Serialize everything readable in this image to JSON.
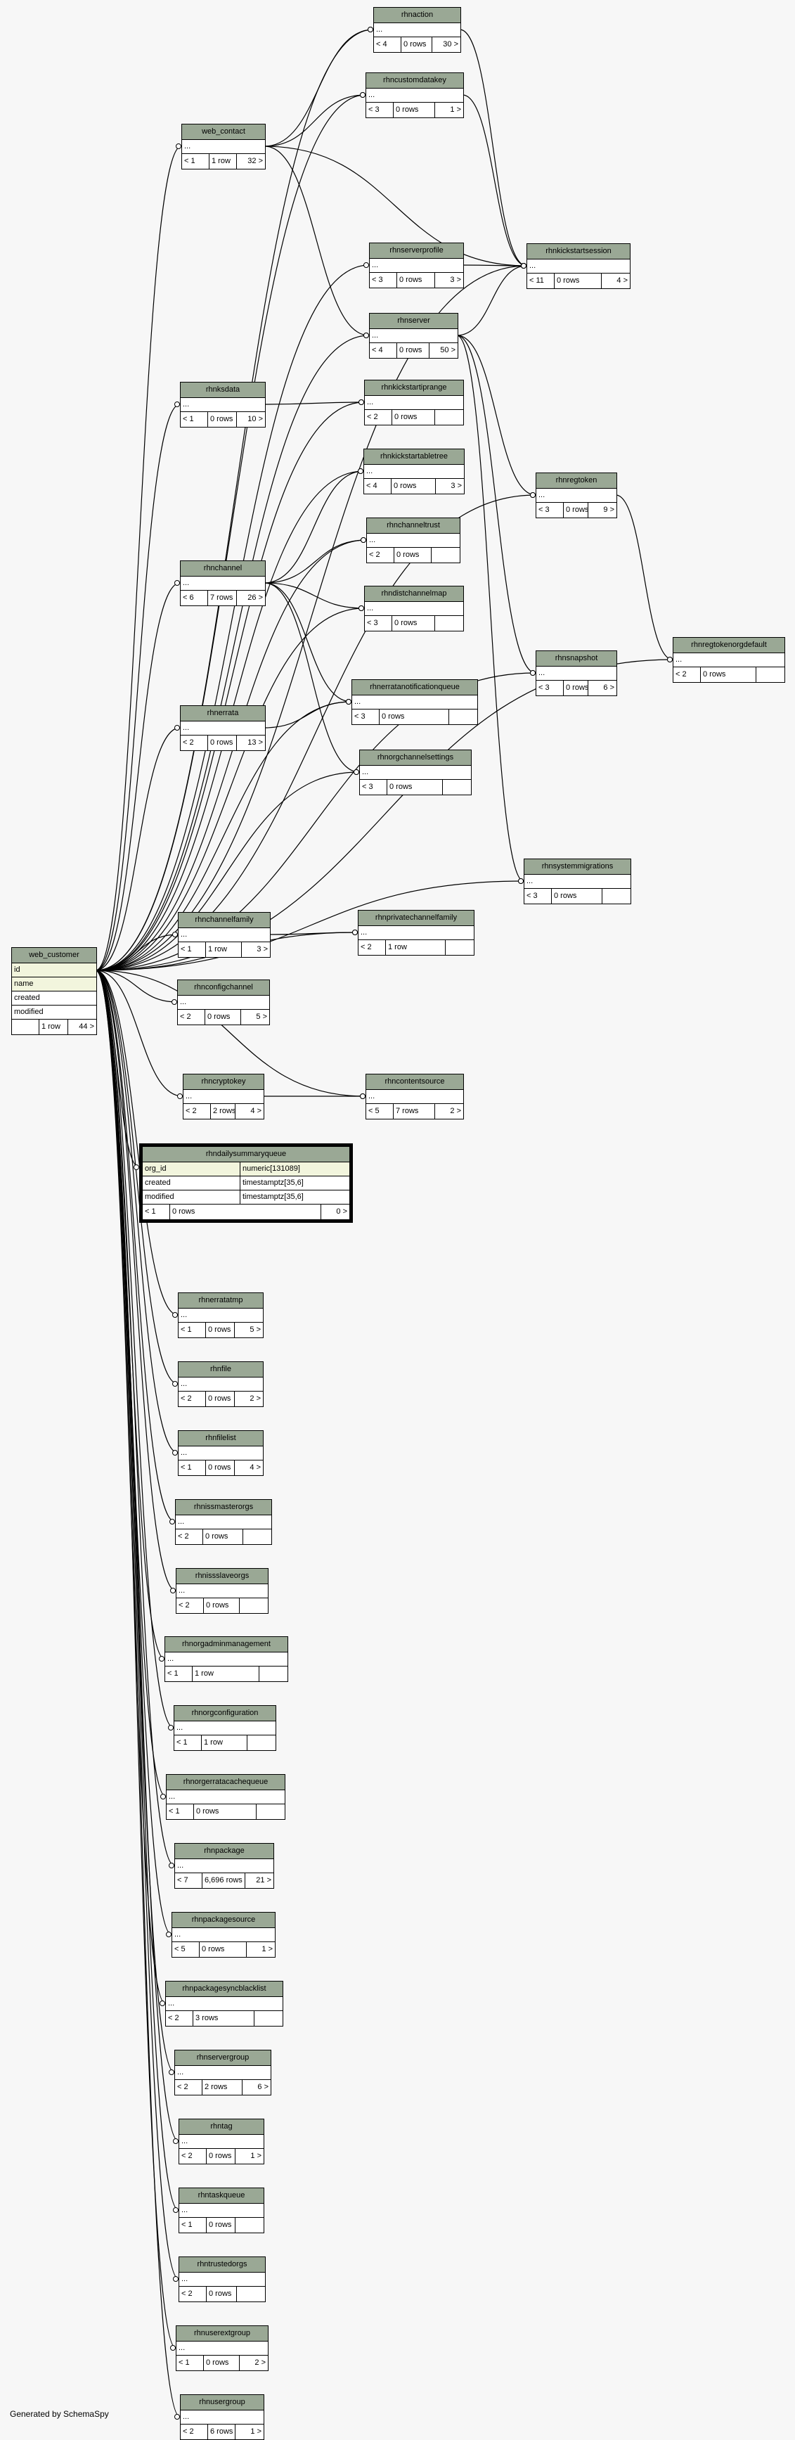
{
  "credit": "Generated by SchemaSpy",
  "ellipsis": "...",
  "tables": {
    "web_customer": {
      "name": "web_customer",
      "columns": [
        "id",
        "name",
        "created",
        "modified"
      ],
      "rows": "1 row",
      "parents": "",
      "children": "44 >"
    },
    "rhndailysummaryqueue": {
      "name": "rhndailysummaryqueue",
      "columns": [
        {
          "name": "org_id",
          "type": "numeric[131089]"
        },
        {
          "name": "created",
          "type": "timestamptz[35,6]"
        },
        {
          "name": "modified",
          "type": "timestamptz[35,6]"
        }
      ],
      "rows": "0 rows",
      "parents": "< 1",
      "children": "0 >"
    },
    "rhnaction": {
      "name": "rhnaction",
      "parents": "< 4",
      "rows": "0 rows",
      "children": "30 >"
    },
    "rhncustomdatakey": {
      "name": "rhncustomdatakey",
      "parents": "< 3",
      "rows": "0 rows",
      "children": "1 >"
    },
    "web_contact": {
      "name": "web_contact",
      "parents": "< 1",
      "rows": "1 row",
      "children": "32 >"
    },
    "rhnserverprofile": {
      "name": "rhnserverprofile",
      "parents": "< 3",
      "rows": "0 rows",
      "children": "3 >"
    },
    "rhnkickstartsession": {
      "name": "rhnkickstartsession",
      "parents": "< 11",
      "rows": "0 rows",
      "children": "4 >"
    },
    "rhnserver": {
      "name": "rhnserver",
      "parents": "< 4",
      "rows": "0 rows",
      "children": "50 >"
    },
    "rhnksdata": {
      "name": "rhnksdata",
      "parents": "< 1",
      "rows": "0 rows",
      "children": "10 >"
    },
    "rhnkickstartiprange": {
      "name": "rhnkickstartiprange",
      "parents": "< 2",
      "rows": "0 rows",
      "children": ""
    },
    "rhnkickstartabletree": {
      "name": "rhnkickstartabletree",
      "parents": "< 4",
      "rows": "0 rows",
      "children": "3 >"
    },
    "rhnregtoken": {
      "name": "rhnregtoken",
      "parents": "< 3",
      "rows": "0 rows",
      "children": "9 >"
    },
    "rhnchanneltrust": {
      "name": "rhnchanneltrust",
      "parents": "< 2",
      "rows": "0 rows",
      "children": ""
    },
    "rhnchannel": {
      "name": "rhnchannel",
      "parents": "< 6",
      "rows": "7 rows",
      "children": "26 >"
    },
    "rhndistchannelmap": {
      "name": "rhndistchannelmap",
      "parents": "< 3",
      "rows": "0 rows",
      "children": ""
    },
    "rhnsnapshot": {
      "name": "rhnsnapshot",
      "parents": "< 3",
      "rows": "0 rows",
      "children": "6 >"
    },
    "rhnregtokenorgdefault": {
      "name": "rhnregtokenorgdefault",
      "parents": "< 2",
      "rows": "0 rows",
      "children": ""
    },
    "rhnerrata": {
      "name": "rhnerrata",
      "parents": "< 2",
      "rows": "0 rows",
      "children": "13 >"
    },
    "rhnerratanotificationqueue": {
      "name": "rhnerratanotificationqueue",
      "parents": "< 3",
      "rows": "0 rows",
      "children": ""
    },
    "rhnorgchannelsettings": {
      "name": "rhnorgchannelsettings",
      "parents": "< 3",
      "rows": "0 rows",
      "children": ""
    },
    "rhnsystemmigrations": {
      "name": "rhnsystemmigrations",
      "parents": "< 3",
      "rows": "0 rows",
      "children": ""
    },
    "rhnchannelfamily": {
      "name": "rhnchannelfamily",
      "parents": "< 1",
      "rows": "1 row",
      "children": "3 >"
    },
    "rhnprivatechannelfamily": {
      "name": "rhnprivatechannelfamily",
      "parents": "< 2",
      "rows": "1 row",
      "children": ""
    },
    "rhnconfigchannel": {
      "name": "rhnconfigchannel",
      "parents": "< 2",
      "rows": "0 rows",
      "children": "5 >"
    },
    "rhncryptokey": {
      "name": "rhncryptokey",
      "parents": "< 2",
      "rows": "2 rows",
      "children": "4 >"
    },
    "rhncontentsource": {
      "name": "rhncontentsource",
      "parents": "< 5",
      "rows": "7 rows",
      "children": "2 >"
    },
    "rhnerratatmp": {
      "name": "rhnerratatmp",
      "parents": "< 1",
      "rows": "0 rows",
      "children": "5 >"
    },
    "rhnfile": {
      "name": "rhnfile",
      "parents": "< 2",
      "rows": "0 rows",
      "children": "2 >"
    },
    "rhnfilelist": {
      "name": "rhnfilelist",
      "parents": "< 1",
      "rows": "0 rows",
      "children": "4 >"
    },
    "rhnissmasterorgs": {
      "name": "rhnissmasterorgs",
      "parents": "< 2",
      "rows": "0 rows",
      "children": ""
    },
    "rhnissslaveorgs": {
      "name": "rhnissslaveorgs",
      "parents": "< 2",
      "rows": "0 rows",
      "children": ""
    },
    "rhnorgadminmanagement": {
      "name": "rhnorgadminmanagement",
      "parents": "< 1",
      "rows": "1 row",
      "children": ""
    },
    "rhnorgconfiguration": {
      "name": "rhnorgconfiguration",
      "parents": "< 1",
      "rows": "1 row",
      "children": ""
    },
    "rhnorgerratacachequeue": {
      "name": "rhnorgerratacachequeue",
      "parents": "< 1",
      "rows": "0 rows",
      "children": ""
    },
    "rhnpackage": {
      "name": "rhnpackage",
      "parents": "< 7",
      "rows": "6,696 rows",
      "children": "21 >"
    },
    "rhnpackagesource": {
      "name": "rhnpackagesource",
      "parents": "< 5",
      "rows": "0 rows",
      "children": "1 >"
    },
    "rhnpackagesyncblacklist": {
      "name": "rhnpackagesyncblacklist",
      "parents": "< 2",
      "rows": "3 rows",
      "children": ""
    },
    "rhnservergroup": {
      "name": "rhnservergroup",
      "parents": "< 2",
      "rows": "2 rows",
      "children": "6 >"
    },
    "rhntag": {
      "name": "rhntag",
      "parents": "< 2",
      "rows": "0 rows",
      "children": "1 >"
    },
    "rhntaskqueue": {
      "name": "rhntaskqueue",
      "parents": "< 1",
      "rows": "0 rows",
      "children": ""
    },
    "rhntrustedorgs": {
      "name": "rhntrustedorgs",
      "parents": "< 2",
      "rows": "0 rows",
      "children": ""
    },
    "rhnuserextgroup": {
      "name": "rhnuserextgroup",
      "parents": "< 1",
      "rows": "0 rows",
      "children": "2 >"
    },
    "rhnusergroup": {
      "name": "rhnusergroup",
      "parents": "< 2",
      "rows": "6 rows",
      "children": "1 >"
    }
  }
}
